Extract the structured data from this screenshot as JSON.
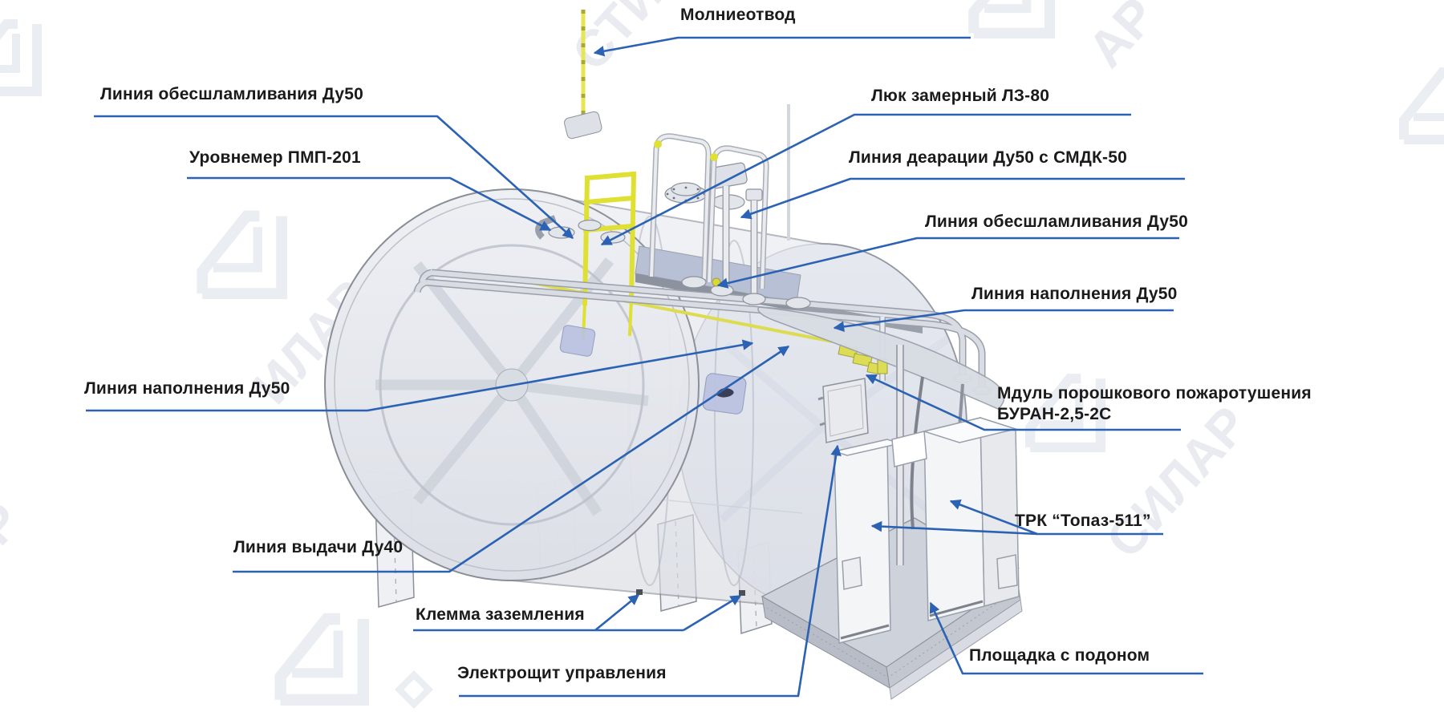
{
  "figure": {
    "callouts": [
      {
        "label": "Молниеотвод"
      },
      {
        "label": "Линия обесшламливания Ду50"
      },
      {
        "label": "Уровнемер ПМП-201"
      },
      {
        "label": "Люк замерный ЛЗ-80"
      },
      {
        "label": "Линия деарации Ду50 с СМДК-50"
      },
      {
        "label": "Линия обесшламливания Ду50"
      },
      {
        "label": "Линия наполнения Ду50"
      },
      {
        "label": "Мдуль порошкового пожаротушения",
        "label2": "БУРАН-2,5-2С"
      },
      {
        "label": "ТРК “Топаз-511”"
      },
      {
        "label": "Линия наполнения Ду50"
      },
      {
        "label": "Линия выдачи Ду40"
      },
      {
        "label": "Клемма заземления"
      },
      {
        "label": "Электрощит управления"
      },
      {
        "label": "Площадка с подоном"
      }
    ],
    "watermark": {
      "brand_fragments": [
        "СТИ",
        "АР",
        "ИЛАР",
        "СИЛАР",
        "АР"
      ]
    },
    "colors": {
      "leader_blue": "#2b62b4",
      "label_text": "#1a1a1a",
      "accent_yellow": "#e0e135",
      "watermark_gray": "#eaedf2",
      "tank_gray": "#dde0e7"
    }
  }
}
